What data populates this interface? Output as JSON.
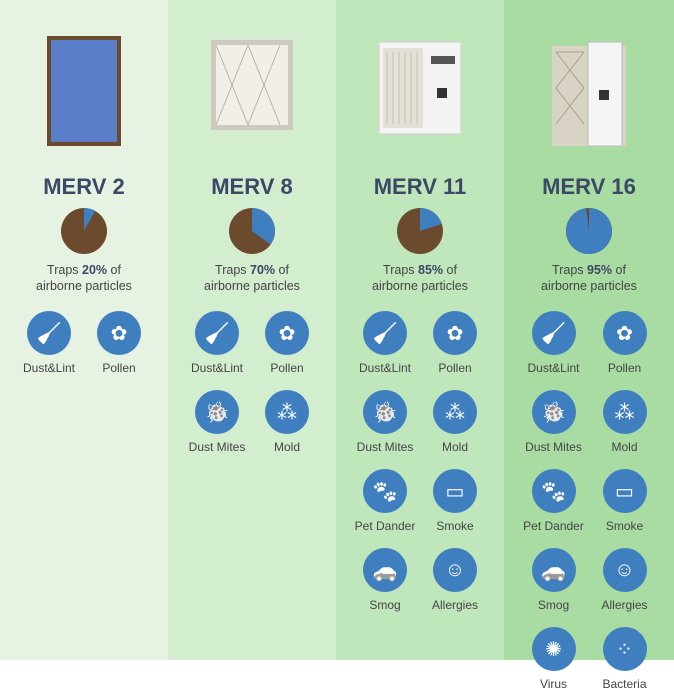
{
  "colors": {
    "icon_blue": "#3f7fc0",
    "pie_brown": "#6b4a2e",
    "title": "#3d4766"
  },
  "columns": [
    {
      "title": "MERV 2",
      "traps_prefix": "Traps",
      "percent": "20%",
      "traps_suffix": "of",
      "line2": "airborne particles",
      "pie_blue_fraction": 0.08,
      "items": [
        {
          "label": "Dust&Lint",
          "icon": "dustpan-icon"
        },
        {
          "label": "Pollen",
          "icon": "flower-icon"
        }
      ]
    },
    {
      "title": "MERV 8",
      "traps_prefix": "Traps",
      "percent": "70%",
      "traps_suffix": "of",
      "line2": "airborne particles",
      "pie_blue_fraction": 0.35,
      "items": [
        {
          "label": "Dust&Lint",
          "icon": "dustpan-icon"
        },
        {
          "label": "Pollen",
          "icon": "flower-icon"
        },
        {
          "label": "Dust Mites",
          "icon": "bug-icon"
        },
        {
          "label": "Mold",
          "icon": "mold-icon"
        }
      ]
    },
    {
      "title": "MERV 11",
      "traps_prefix": "Traps",
      "percent": "85%",
      "traps_suffix": "of",
      "line2": "airborne particles",
      "pie_blue_fraction": 0.2,
      "items": [
        {
          "label": "Dust&Lint",
          "icon": "dustpan-icon"
        },
        {
          "label": "Pollen",
          "icon": "flower-icon"
        },
        {
          "label": "Dust Mites",
          "icon": "bug-icon"
        },
        {
          "label": "Mold",
          "icon": "mold-icon"
        },
        {
          "label": "Pet Dander",
          "icon": "paw-icon"
        },
        {
          "label": "Smoke",
          "icon": "cigarette-icon"
        },
        {
          "label": "Smog",
          "icon": "car-icon"
        },
        {
          "label": "Allergies",
          "icon": "head-icon"
        }
      ]
    },
    {
      "title": "MERV 16",
      "traps_prefix": "Traps",
      "percent": "95%",
      "traps_suffix": "of",
      "line2": "airborne particles",
      "pie_blue_fraction": 0.98,
      "items": [
        {
          "label": "Dust&Lint",
          "icon": "dustpan-icon"
        },
        {
          "label": "Pollen",
          "icon": "flower-icon"
        },
        {
          "label": "Dust Mites",
          "icon": "bug-icon"
        },
        {
          "label": "Mold",
          "icon": "mold-icon"
        },
        {
          "label": "Pet Dander",
          "icon": "paw-icon"
        },
        {
          "label": "Smoke",
          "icon": "cigarette-icon"
        },
        {
          "label": "Smog",
          "icon": "car-icon"
        },
        {
          "label": "Allergies",
          "icon": "head-icon"
        },
        {
          "label": "Virus",
          "icon": "virus-icon"
        },
        {
          "label": "Bacteria",
          "icon": "bacteria-icon"
        }
      ]
    }
  ]
}
